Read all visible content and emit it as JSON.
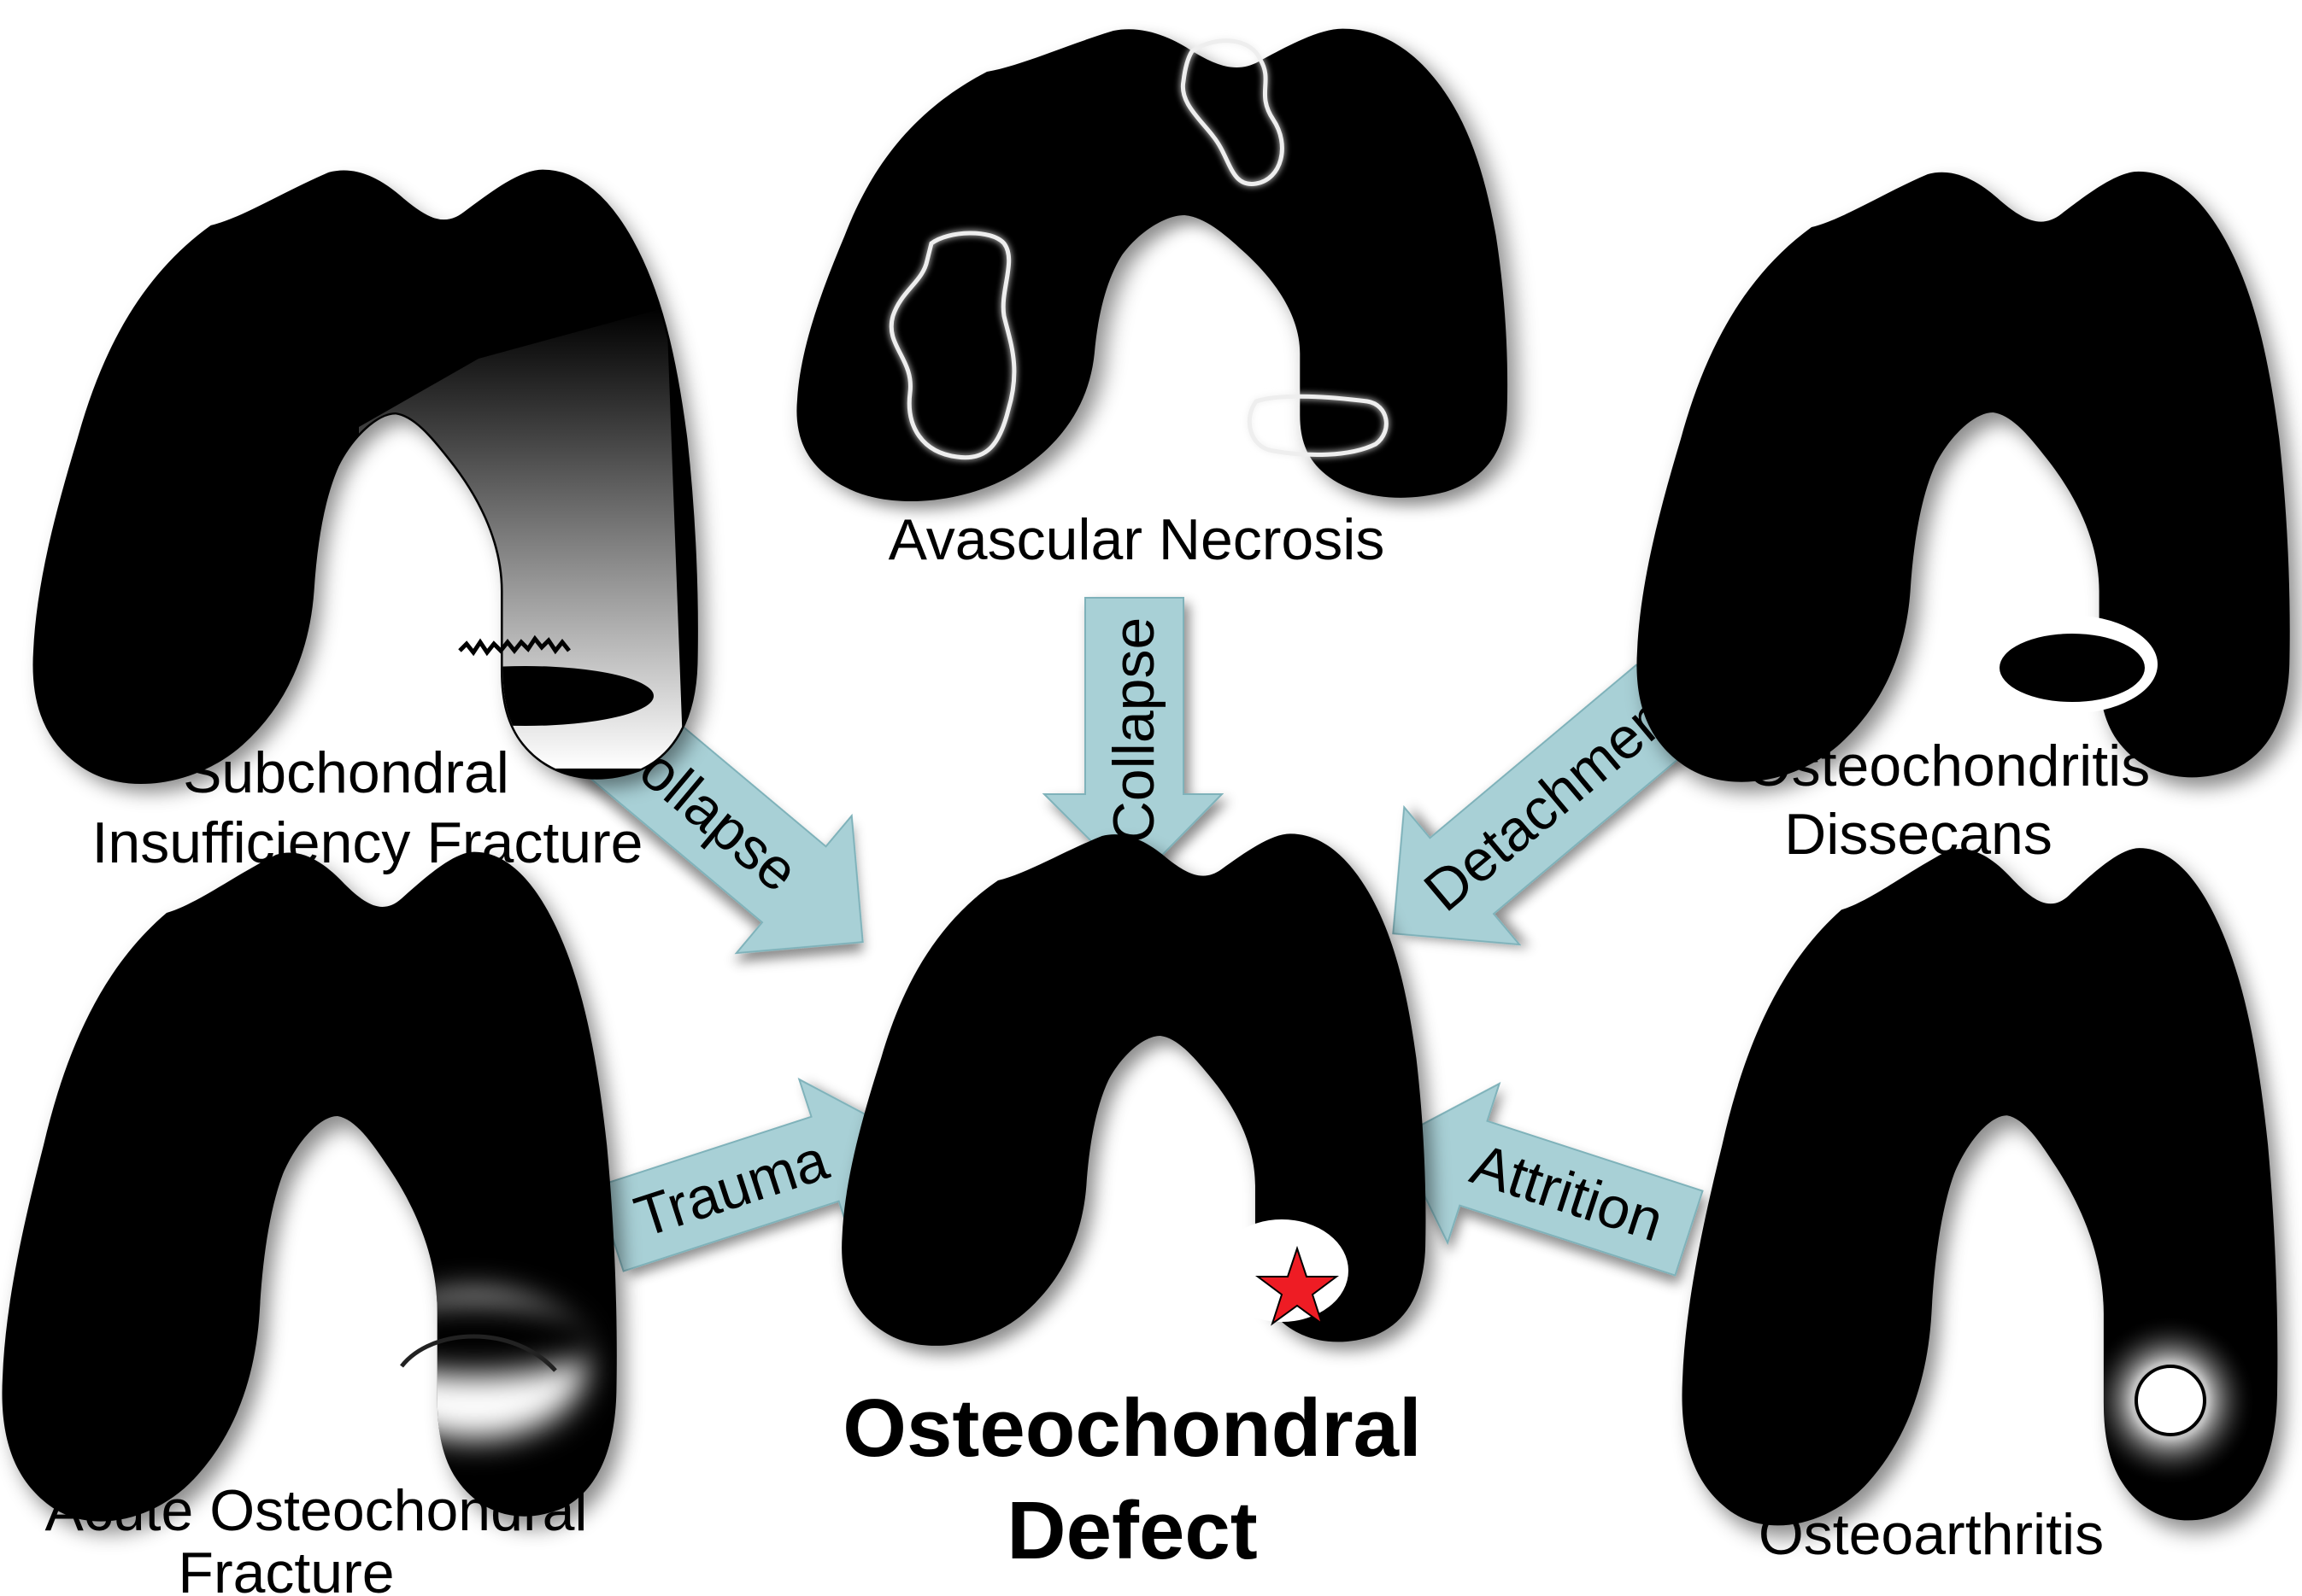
{
  "nodes": {
    "avn": {
      "label": "Avascular Necrosis"
    },
    "sif": {
      "label_line1": "Subchondral",
      "label_line2": "Insufficiency Fracture"
    },
    "ocd": {
      "label_line1": "Osteochondritis",
      "label_line2": "Dissecans"
    },
    "aof": {
      "label_line1": "Acute Osteochondral",
      "label_line2": "Fracture"
    },
    "oa": {
      "label": "Osteoarthritis"
    },
    "center": {
      "label_line1": "Osteochondral",
      "label_line2": "Defect"
    }
  },
  "edges": {
    "avn_to_center": "Collapse",
    "sif_to_center": "Collapse",
    "ocd_to_center": "Detachment",
    "aof_to_center": "Trauma",
    "oa_to_center": "Attrition"
  },
  "colors": {
    "arrow_fill": "#a8d0d6",
    "bone": "#000000",
    "star": "#ee1c24"
  }
}
